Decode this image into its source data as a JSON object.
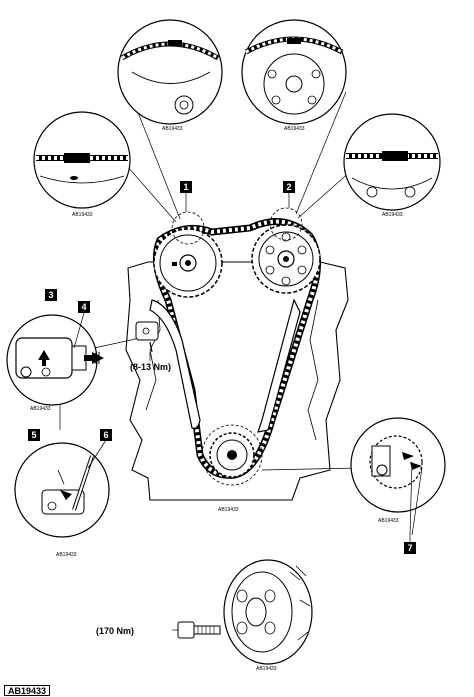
{
  "callouts": [
    "1",
    "2",
    "3",
    "4",
    "5",
    "6",
    "7"
  ],
  "torques": {
    "tensioner_bolt": "(8-13 Nm)",
    "pulley_bolt": "(170 Nm)"
  },
  "figure_ref": "AB19433",
  "figure_code": "AB19433"
}
